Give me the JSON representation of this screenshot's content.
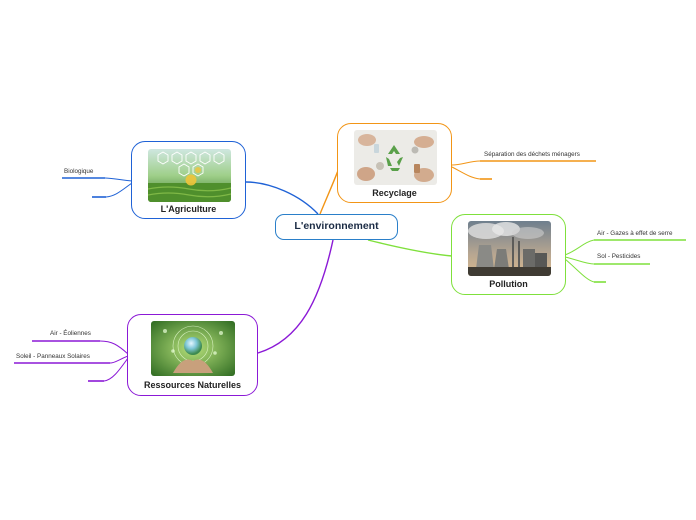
{
  "central": {
    "title": "L'environnement"
  },
  "branches": {
    "agriculture": {
      "label": "L'Agriculture",
      "color": "#1f62d6",
      "image": "agriculture-icons-photo",
      "leaves": [
        "Biologique",
        ""
      ]
    },
    "recyclage": {
      "label": "Recyclage",
      "color": "#f29516",
      "image": "recycling-photo",
      "leaves": [
        "Séparation des déchets ménagers",
        ""
      ]
    },
    "pollution": {
      "label": "Pollution",
      "color": "#7fe03c",
      "image": "power-plant-photo",
      "leaves": [
        "Air - Gazes à effet de serre",
        "Sol - Pesticides",
        ""
      ]
    },
    "ressources": {
      "label": "Ressources Naturelles",
      "color": "#8b19d6",
      "image": "green-globe-hands-photo",
      "leaves": [
        "Air - Éoliennes",
        "Soleil - Panneaux Solaires",
        ""
      ]
    }
  }
}
